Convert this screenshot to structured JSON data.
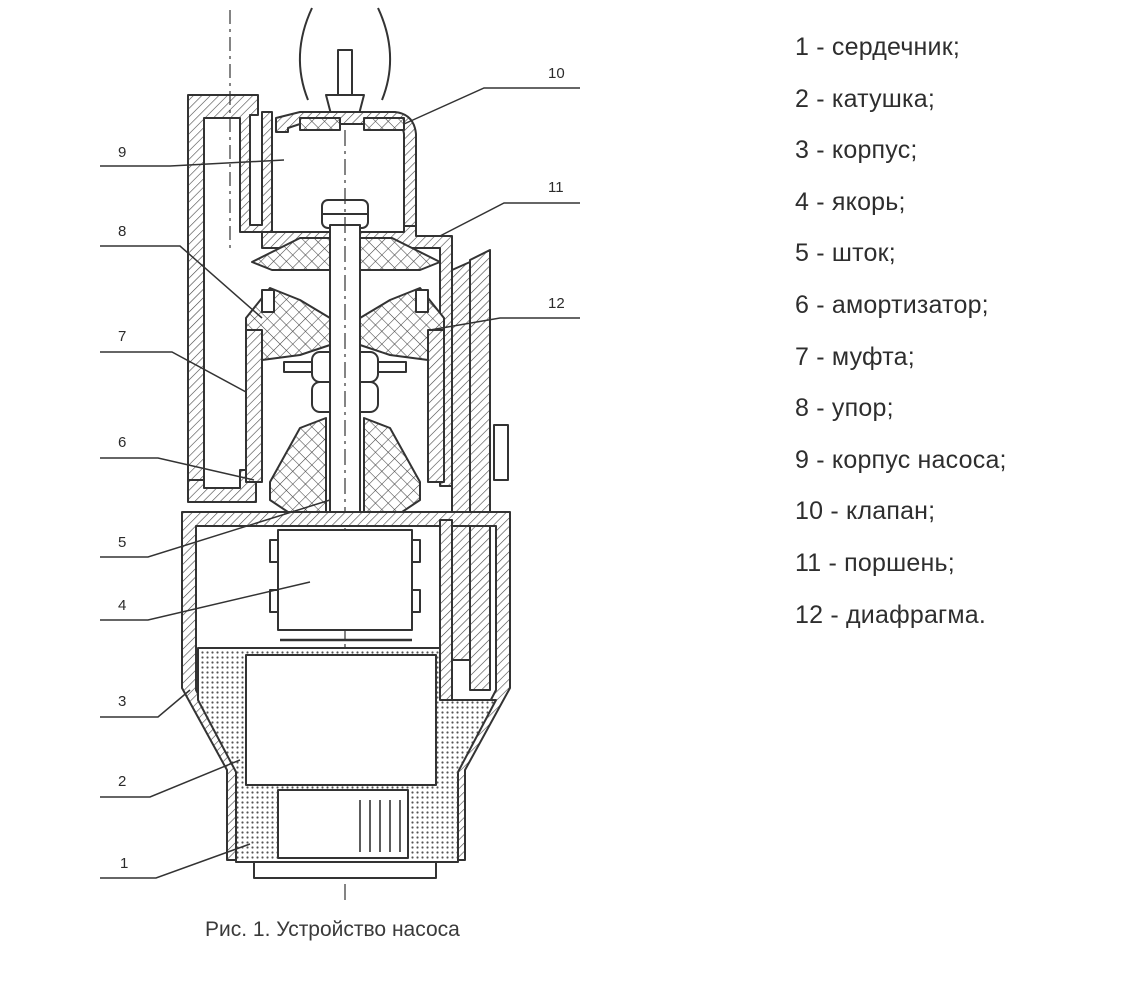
{
  "callouts": [
    "1",
    "2",
    "3",
    "4",
    "5",
    "6",
    "7",
    "8",
    "9",
    "10",
    "11",
    "12"
  ],
  "legend": [
    "1 - сердечник;",
    "2 - катушка;",
    "3 - корпус;",
    "4 - якорь;",
    "5 - шток;",
    "6 - амортизатор;",
    "7 - муфта;",
    "8 - упор;",
    "9 - корпус насоса;",
    "10 - клапан;",
    "11 - поршень;",
    "12 - диафрагма."
  ],
  "caption": "Рис. 1. Устройство насоса"
}
